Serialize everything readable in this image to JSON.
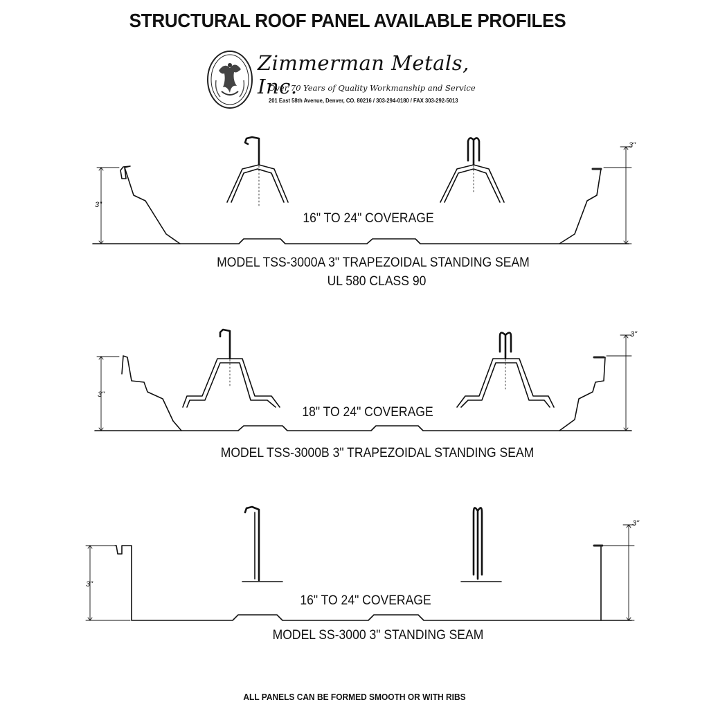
{
  "header": {
    "title": "STRUCTURAL ROOF PANEL AVAILABLE PROFILES",
    "company_name": "Zimmerman Metals, Inc.",
    "tagline": "Over 70 Years of Quality Workmanship and Service",
    "address": "201 East 58th Avenue, Denver, CO. 80216 / 303-294-0180 / FAX 303-292-5013",
    "logo_icon": "eagle-seal-icon"
  },
  "profiles": [
    {
      "coverage": "16\" TO 24\" COVERAGE",
      "model": "MODEL TSS-3000A 3\" TRAPEZOIDAL STANDING SEAM",
      "rating": "UL 580 CLASS 90",
      "height_left": "3\"",
      "height_right": "3\""
    },
    {
      "coverage": "18\" TO 24\" COVERAGE",
      "model": "MODEL TSS-3000B 3\" TRAPEZOIDAL STANDING SEAM",
      "height_left": "3\"",
      "height_right": "3\""
    },
    {
      "coverage": "16\" TO 24\" COVERAGE",
      "model": "MODEL SS-3000 3\" STANDING SEAM",
      "height_left": "3\"",
      "height_right": "3\""
    }
  ],
  "footer": "ALL PANELS CAN BE FORMED SMOOTH OR WITH RIBS"
}
